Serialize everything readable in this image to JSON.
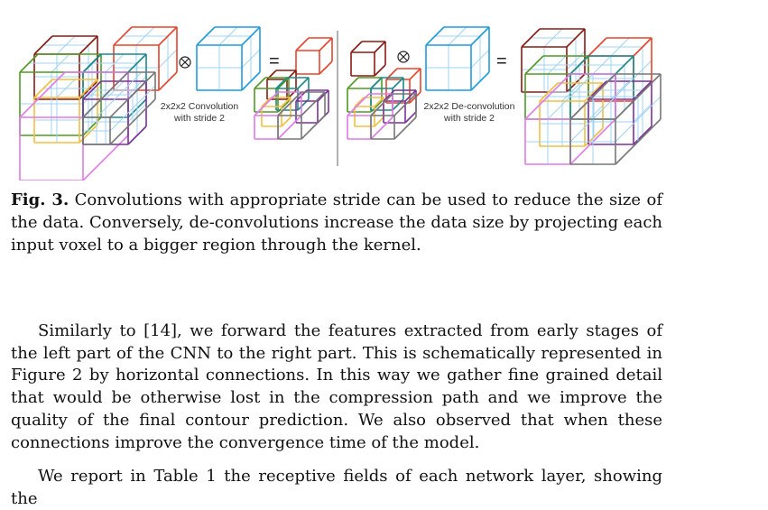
{
  "figure": {
    "conv_label_line1": "2x2x2 Convolution",
    "conv_label_line2": "with stride 2",
    "deconv_label_line1": "2x2x2 De-convolution",
    "deconv_label_line2": "with stride 2",
    "equals_symbol": "=",
    "colors": {
      "blue": "#1f9be0",
      "red": "#e8432c",
      "dark_red": "#8b1a12",
      "green": "#4e9a24",
      "teal": "#1a8a8c",
      "purple": "#7b2f9a",
      "yellow": "#f0c040",
      "pink": "#e07ae8",
      "light_blue": "#9fd3f0",
      "gray": "#777777"
    }
  },
  "caption": {
    "label": "Fig. 3.",
    "text": "Convolutions with appropriate stride can be used to reduce the size of the data. Conversely, de-convolutions increase the data size by projecting each input voxel to a bigger region through the kernel."
  },
  "body": {
    "paragraph1": "Similarly to [14], we forward the features extracted from early stages of the left part of the CNN to the right part. This is schematically represented in Figure 2 by horizontal connections. In this way we gather fine grained detail that would be otherwise lost in the compression path and we improve the quality of the final contour prediction. We also observed that when these connections improve the convergence time of the model.",
    "paragraph2": "We report in Table 1 the receptive fields of each network layer, showing the"
  }
}
